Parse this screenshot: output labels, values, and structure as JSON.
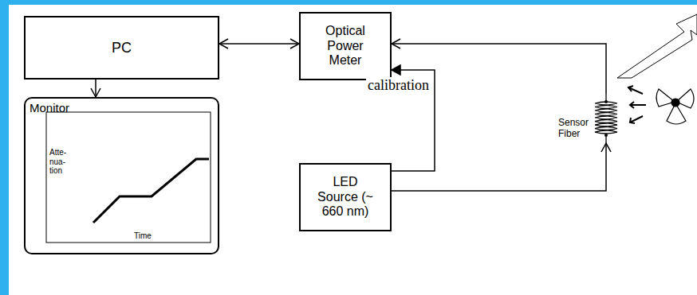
{
  "diagram": {
    "nodes": [
      {
        "text": [
          "PC"
        ]
      },
      {
        "text": [
          "Optical Power Meter"
        ]
      },
      {
        "text": [
          "Monitor"
        ]
      },
      {
        "text": [
          "LED Source (~ 660 nm)"
        ]
      },
      {
        "text": [
          "Sensor Fiber"
        ]
      }
    ],
    "edges": [
      {
        "from": 0,
        "to": 1,
        "arrow": "both"
      },
      {
        "from": 0,
        "to": 2,
        "arrow": "to"
      },
      {
        "from": 3,
        "to": 1,
        "label": "calibration",
        "arrow": "to"
      },
      {
        "from": 3,
        "to": 4,
        "arrow": "to"
      },
      {
        "from": 4,
        "to": 1,
        "arrow": "to"
      }
    ],
    "labels": [
      "Atte- nua- tion",
      "Time"
    ]
  }
}
